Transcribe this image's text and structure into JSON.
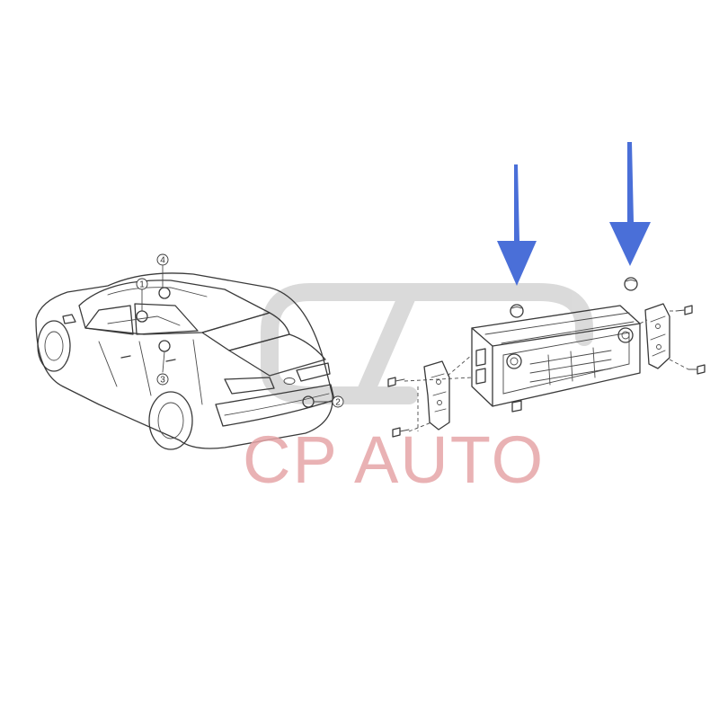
{
  "callouts": [
    {
      "id": "1",
      "label": "1"
    },
    {
      "id": "2",
      "label": "2"
    },
    {
      "id": "3",
      "label": "3"
    },
    {
      "id": "4",
      "label": "4"
    }
  ],
  "watermark": {
    "text": "CP AUTO",
    "logo_color": "#c8c8c8",
    "text_color": "#e6a5a7"
  },
  "arrows": {
    "color": "#4a6fd8",
    "count": 2
  }
}
